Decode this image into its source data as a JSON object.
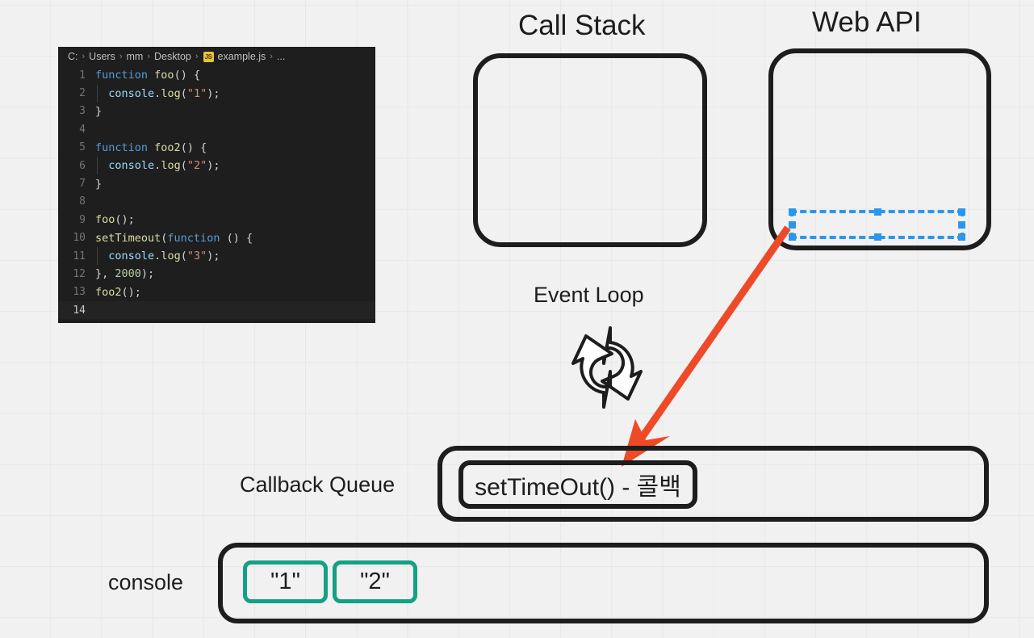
{
  "canvas": {
    "background_color": "#f1f1f1",
    "grid_color": "#e8e8e8"
  },
  "code_editor": {
    "background_color": "#1e1e1e",
    "breadcrumb": {
      "drive": "C:",
      "parts": [
        "Users",
        "mm",
        "Desktop"
      ],
      "file_icon": "js-file-icon",
      "file_icon_label": "JS",
      "filename": "example.js",
      "overflow": "...",
      "separator": "›"
    },
    "lines": [
      {
        "n": "1",
        "text": "function foo() {"
      },
      {
        "n": "2",
        "text": "  console.log(\"1\");"
      },
      {
        "n": "3",
        "text": "}"
      },
      {
        "n": "4",
        "text": ""
      },
      {
        "n": "5",
        "text": "function foo2() {"
      },
      {
        "n": "6",
        "text": "  console.log(\"2\");"
      },
      {
        "n": "7",
        "text": "}"
      },
      {
        "n": "8",
        "text": ""
      },
      {
        "n": "9",
        "text": "foo();"
      },
      {
        "n": "10",
        "text": "setTimeout(function () {"
      },
      {
        "n": "11",
        "text": "  console.log(\"3\");"
      },
      {
        "n": "12",
        "text": "}, 2000);"
      },
      {
        "n": "13",
        "text": "foo2();"
      },
      {
        "n": "14",
        "text": ""
      }
    ]
  },
  "call_stack": {
    "title": "Call Stack",
    "items": []
  },
  "web_api": {
    "title": "Web API",
    "selection": {
      "color": "#2b96f0",
      "style": "dashed",
      "label": ""
    }
  },
  "event_loop": {
    "title": "Event Loop",
    "icon": "circular-arrows-icon"
  },
  "callback_queue": {
    "label": "Callback Queue",
    "items": [
      "setTimeOut() - 콜백"
    ]
  },
  "console": {
    "label": "console",
    "items": [
      "\"1\"",
      "\"2\""
    ],
    "item_border_color": "#13a184"
  },
  "arrow": {
    "name": "red-arrow",
    "color": "#ef4a28",
    "from": "web-api-selection",
    "to": "callback-queue-item"
  }
}
